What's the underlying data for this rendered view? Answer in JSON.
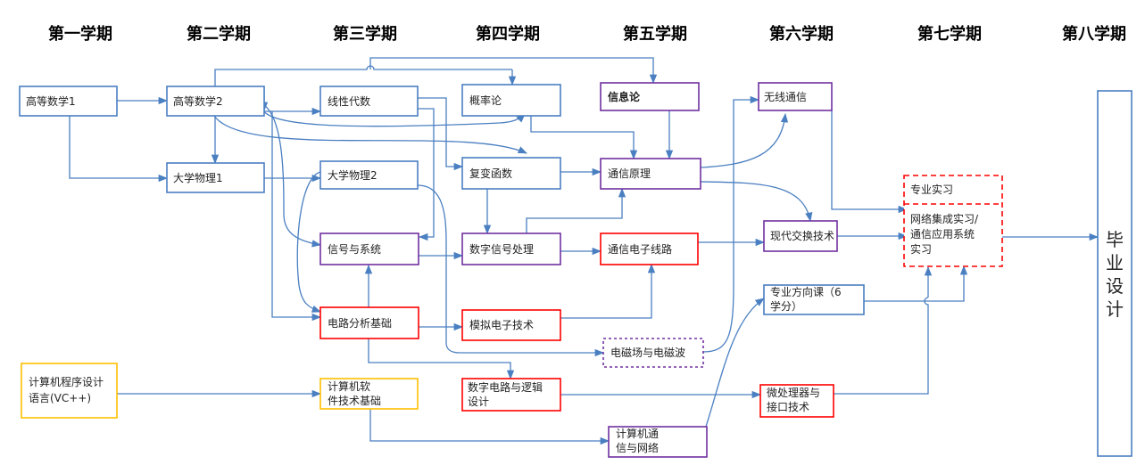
{
  "semesters": [
    "第一学期",
    "第二学期",
    "第三学期",
    "第四学期",
    "第五学期",
    "第六学期",
    "第七学期",
    "第八学期"
  ],
  "colors": {
    "arrow": "#4a7fc1",
    "blue_box": "#4a7fc1",
    "purple_box": "#7030a0",
    "red_box": "#ff0000",
    "yellow_box": "#ffc000",
    "graduation_box": "#4a7fc1"
  },
  "courses": {
    "math1": "高等数学1",
    "math2": "高等数学2",
    "linear_algebra": "线性代数",
    "probability": "概率论",
    "info_theory": "信息论",
    "wireless": "无线通信",
    "physics1": "大学物理1",
    "physics2": "大学物理2",
    "complex_functions": "复变函数",
    "comm_principles": "通信原理",
    "signals_systems": "信号与系统",
    "dsp": "数字信号处理",
    "comm_circuits": "通信电子线路",
    "modern_switching": "现代交换技术",
    "major_direction": [
      "专业方向课（6",
      "学分）"
    ],
    "internship": "专业实习",
    "network_practice": [
      "网络集成实习/",
      "通信应用系统",
      "实习"
    ],
    "circuit_analysis": "电路分析基础",
    "analog_electronics": "模拟电子技术",
    "em_fields": "电磁场与电磁波",
    "programming": [
      "计算机程序设计",
      "语言(VC++)"
    ],
    "software_foundation": [
      "计算机软",
      "件技术基础"
    ],
    "digital_logic": [
      "数字电路与逻辑",
      "设计"
    ],
    "microprocessor": [
      "微处理器与",
      "接口技术"
    ],
    "computer_comm": [
      "计算机通",
      "信与网络"
    ],
    "graduation": [
      "毕",
      "业",
      "设",
      "计"
    ]
  }
}
